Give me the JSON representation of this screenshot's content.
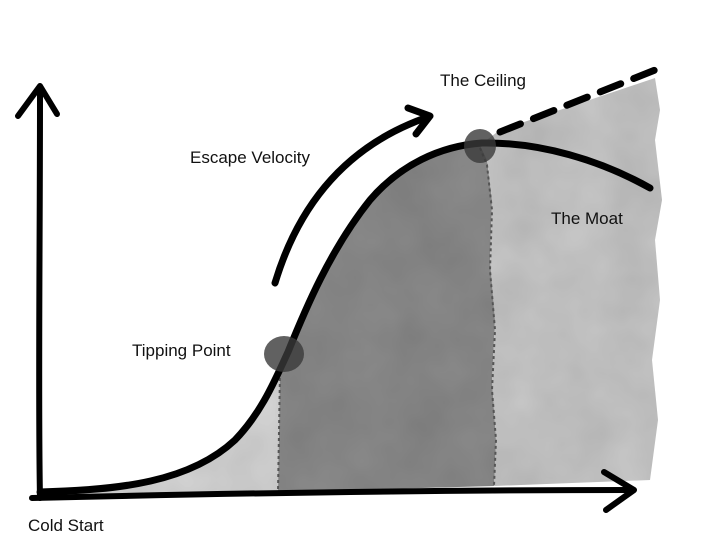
{
  "labels": {
    "cold_start": "Cold Start",
    "tipping_point": "Tipping Point",
    "escape_velocity": "Escape Velocity",
    "the_ceiling": "The Ceiling",
    "the_moat": "The Moat"
  },
  "colors": {
    "ink": "#000000",
    "zone_light": "#d6d6d6",
    "zone_dark": "#8c8c8c",
    "zone_mid": "#c9c9c9",
    "marker": "#3a3a3a"
  }
}
